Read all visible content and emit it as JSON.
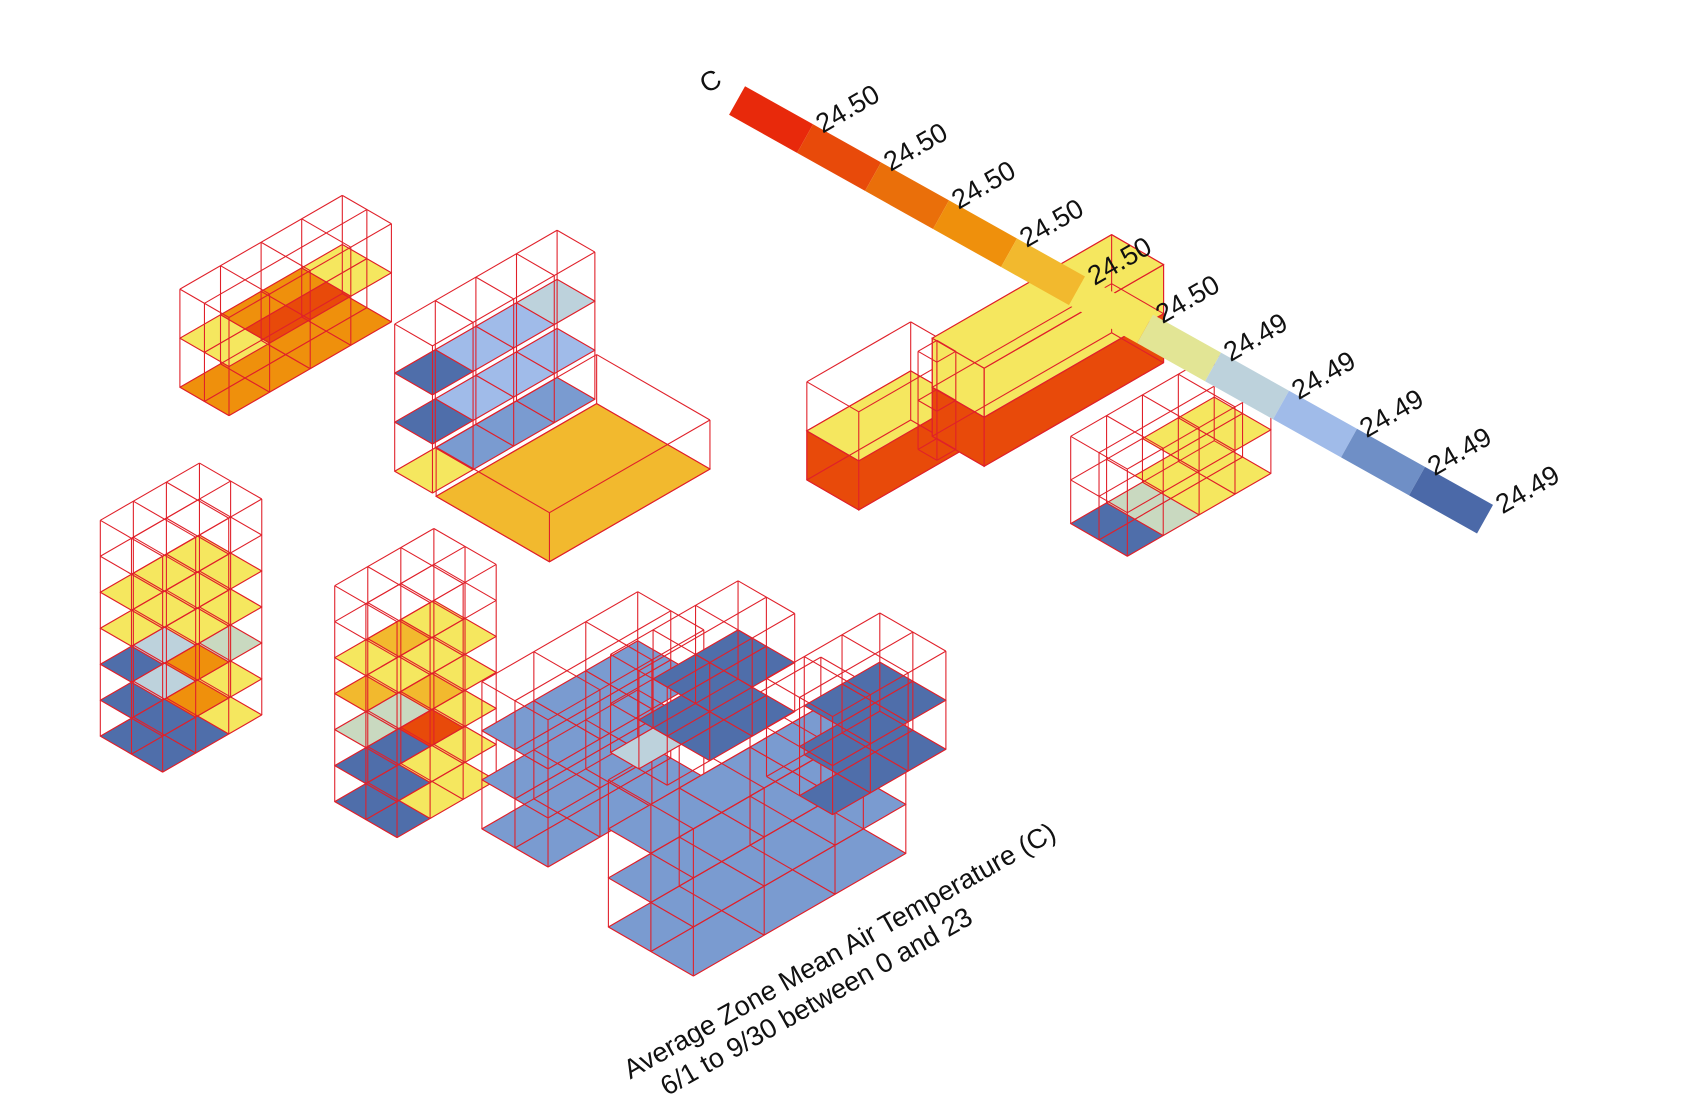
{
  "legend": {
    "unit": "C",
    "labels": [
      "24.50",
      "24.50",
      "24.50",
      "24.50",
      "24.50",
      "24.50",
      "24.49",
      "24.49",
      "24.49",
      "24.49",
      "24.49"
    ],
    "colors": [
      "#e8290b",
      "#e84a0a",
      "#ea6f0a",
      "#ef900c",
      "#f2b92e",
      "#f5e75f",
      "#e2e595",
      "#bdd2dc",
      "#a0bbe9",
      "#6f8fc6",
      "#4b69a8"
    ]
  },
  "title": {
    "line1": "Average Zone Mean Air Temperature (C)",
    "line2": "6/1 to 9/30 between 0 and 23"
  },
  "wire_color": "#e0202a"
}
